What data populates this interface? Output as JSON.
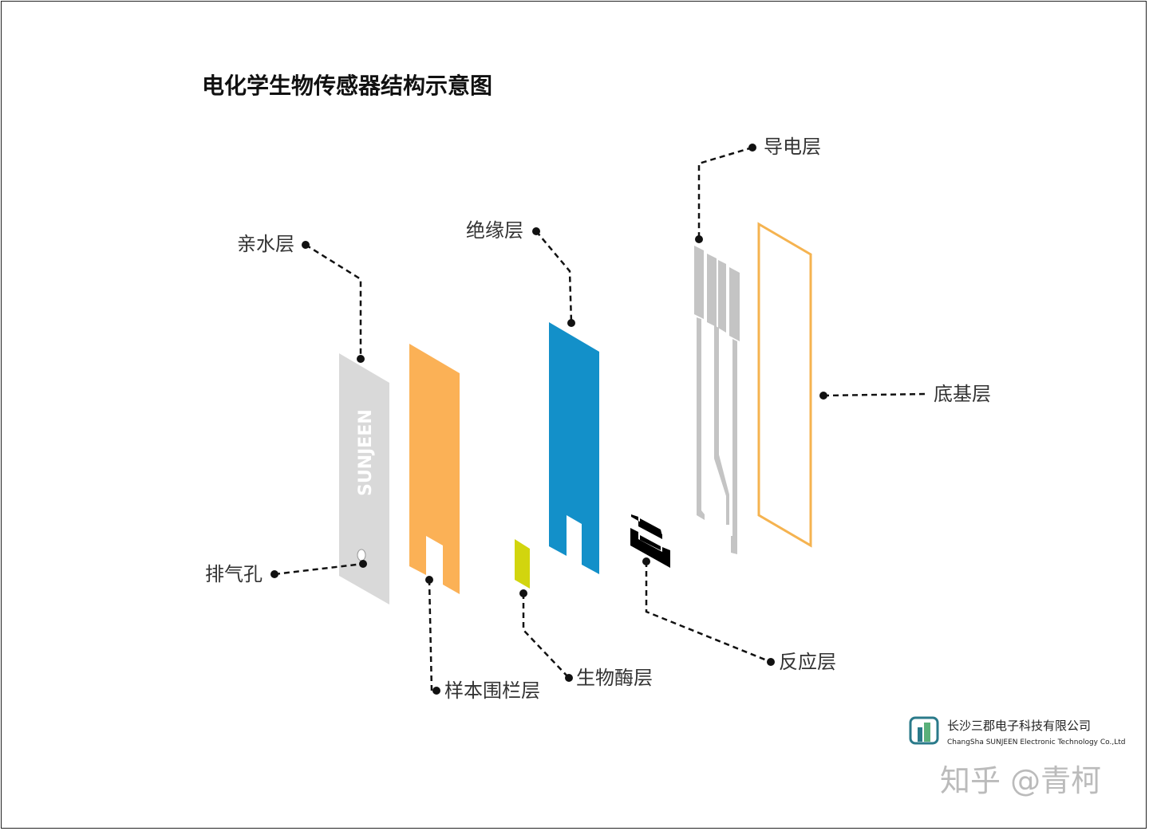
{
  "title": "电化学生物传感器结构示意图",
  "brand_on_strip": "SUNJEEN",
  "labels": {
    "hydrophilic": "亲水层",
    "vent": "排气孔",
    "sample_fence": "样本围栏层",
    "enzyme": "生物酶层",
    "insulation": "绝缘层",
    "reaction": "反应层",
    "conductive": "导电层",
    "substrate": "底基层"
  },
  "company": {
    "name_cn": "长沙三郡电子科技有限公司",
    "name_en": "ChangSha SUNJEEN Electronic Technology Co.,Ltd",
    "watermark": "知乎 @青柯"
  },
  "colors": {
    "hydrophilic": "#d9d9d9",
    "sample_fence": "#fbb156",
    "enzyme": "#d2d50e",
    "insulation": "#1390c9",
    "reaction": "#000000",
    "conductive": "#c4c4c4",
    "substrate": "#f5b350"
  }
}
